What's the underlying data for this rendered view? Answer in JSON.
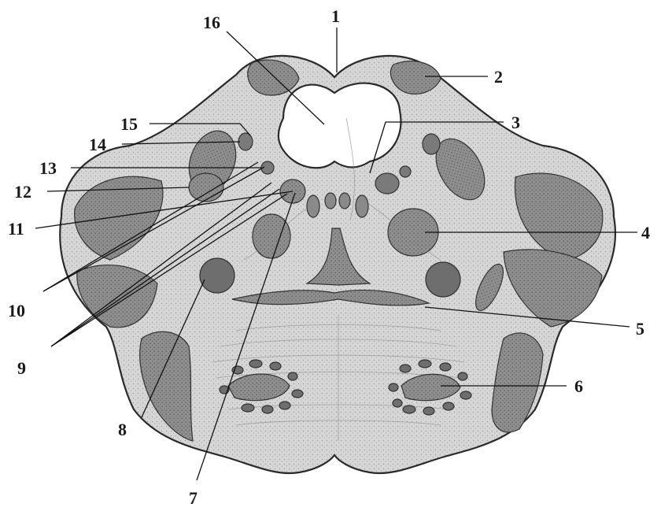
{
  "figure": {
    "labels": [
      {
        "id": "1",
        "text": "1"
      },
      {
        "id": "2",
        "text": "2"
      },
      {
        "id": "3",
        "text": "3"
      },
      {
        "id": "4",
        "text": "4"
      },
      {
        "id": "5",
        "text": "5"
      },
      {
        "id": "6",
        "text": "6"
      },
      {
        "id": "7",
        "text": "7"
      },
      {
        "id": "8",
        "text": "8"
      },
      {
        "id": "9",
        "text": "9"
      },
      {
        "id": "10",
        "text": "10"
      },
      {
        "id": "11",
        "text": "11"
      },
      {
        "id": "12",
        "text": "12"
      },
      {
        "id": "13",
        "text": "13"
      },
      {
        "id": "14",
        "text": "14"
      },
      {
        "id": "15",
        "text": "15"
      },
      {
        "id": "16",
        "text": "16"
      }
    ]
  },
  "colors": {
    "paper": "#ffffff",
    "tissue": "#d9d9d9",
    "tissue_dark": "#bfbfbf",
    "nucleus": "#6e6e6e",
    "muscle": "#9a9a9a",
    "ink": "#1a1a1a"
  }
}
